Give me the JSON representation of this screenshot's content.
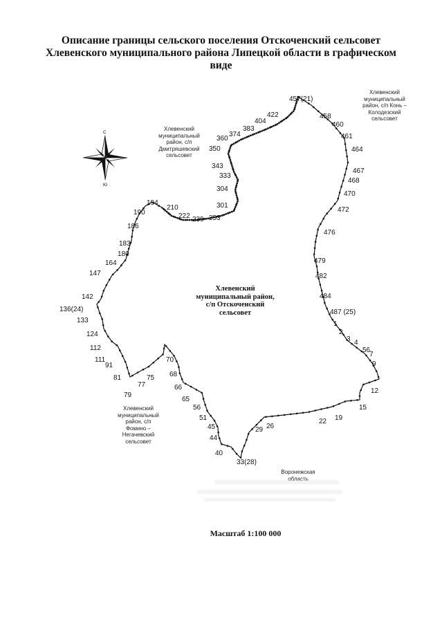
{
  "title": {
    "line1": "Описание границы сельского поселения Отскоченский сельсовет",
    "line2": "Хлевенского муниципального района Липецкой области в графическом",
    "line3": "виде"
  },
  "center_label": {
    "line1": "Хлевенский",
    "line2": "муниципальный район,",
    "line3": "с/п Отскоченский",
    "line4": "сельсовет"
  },
  "neighbors": {
    "dmitryashevsky": [
      "Хлевенский",
      "муниципальный",
      "район, с/п",
      "Дмитряшевский",
      "сельсовет"
    ],
    "kon_kolodezsky": [
      "Хлевенский",
      "муниципальный",
      "район, с/п Конь –",
      "Колодезский",
      "сельсовет"
    ],
    "fomino": [
      "Хлевенский",
      "муниципальный",
      "район, с/п",
      "Фомино –",
      "Негачевский",
      "сельсовет"
    ],
    "voronezh": [
      "Воронежская",
      "область"
    ]
  },
  "compass": {
    "north": "С",
    "south": "Ю"
  },
  "scale": "Масштаб 1:100 000",
  "point_labels": [
    "457(21)",
    "458",
    "460",
    "461",
    "464",
    "467",
    "468",
    "470",
    "472",
    "476",
    "479",
    "482",
    "484",
    "487 (25)",
    "1",
    "2",
    "3",
    "4",
    "56",
    "7",
    "9",
    "12",
    "15",
    "19",
    "22",
    "26",
    "29",
    "33(28)",
    "40",
    "44",
    "45",
    "51",
    "56",
    "65",
    "66",
    "68",
    "70",
    "75",
    "77",
    "79",
    "81",
    "91",
    "111",
    "112",
    "124",
    "133",
    "136(24)",
    "142",
    "147",
    "164",
    "180",
    "183",
    "186",
    "190",
    "194",
    "210",
    "222",
    "239",
    "253",
    "301",
    "304",
    "333",
    "343",
    "350",
    "360",
    "374",
    "383",
    "404",
    "422"
  ]
}
